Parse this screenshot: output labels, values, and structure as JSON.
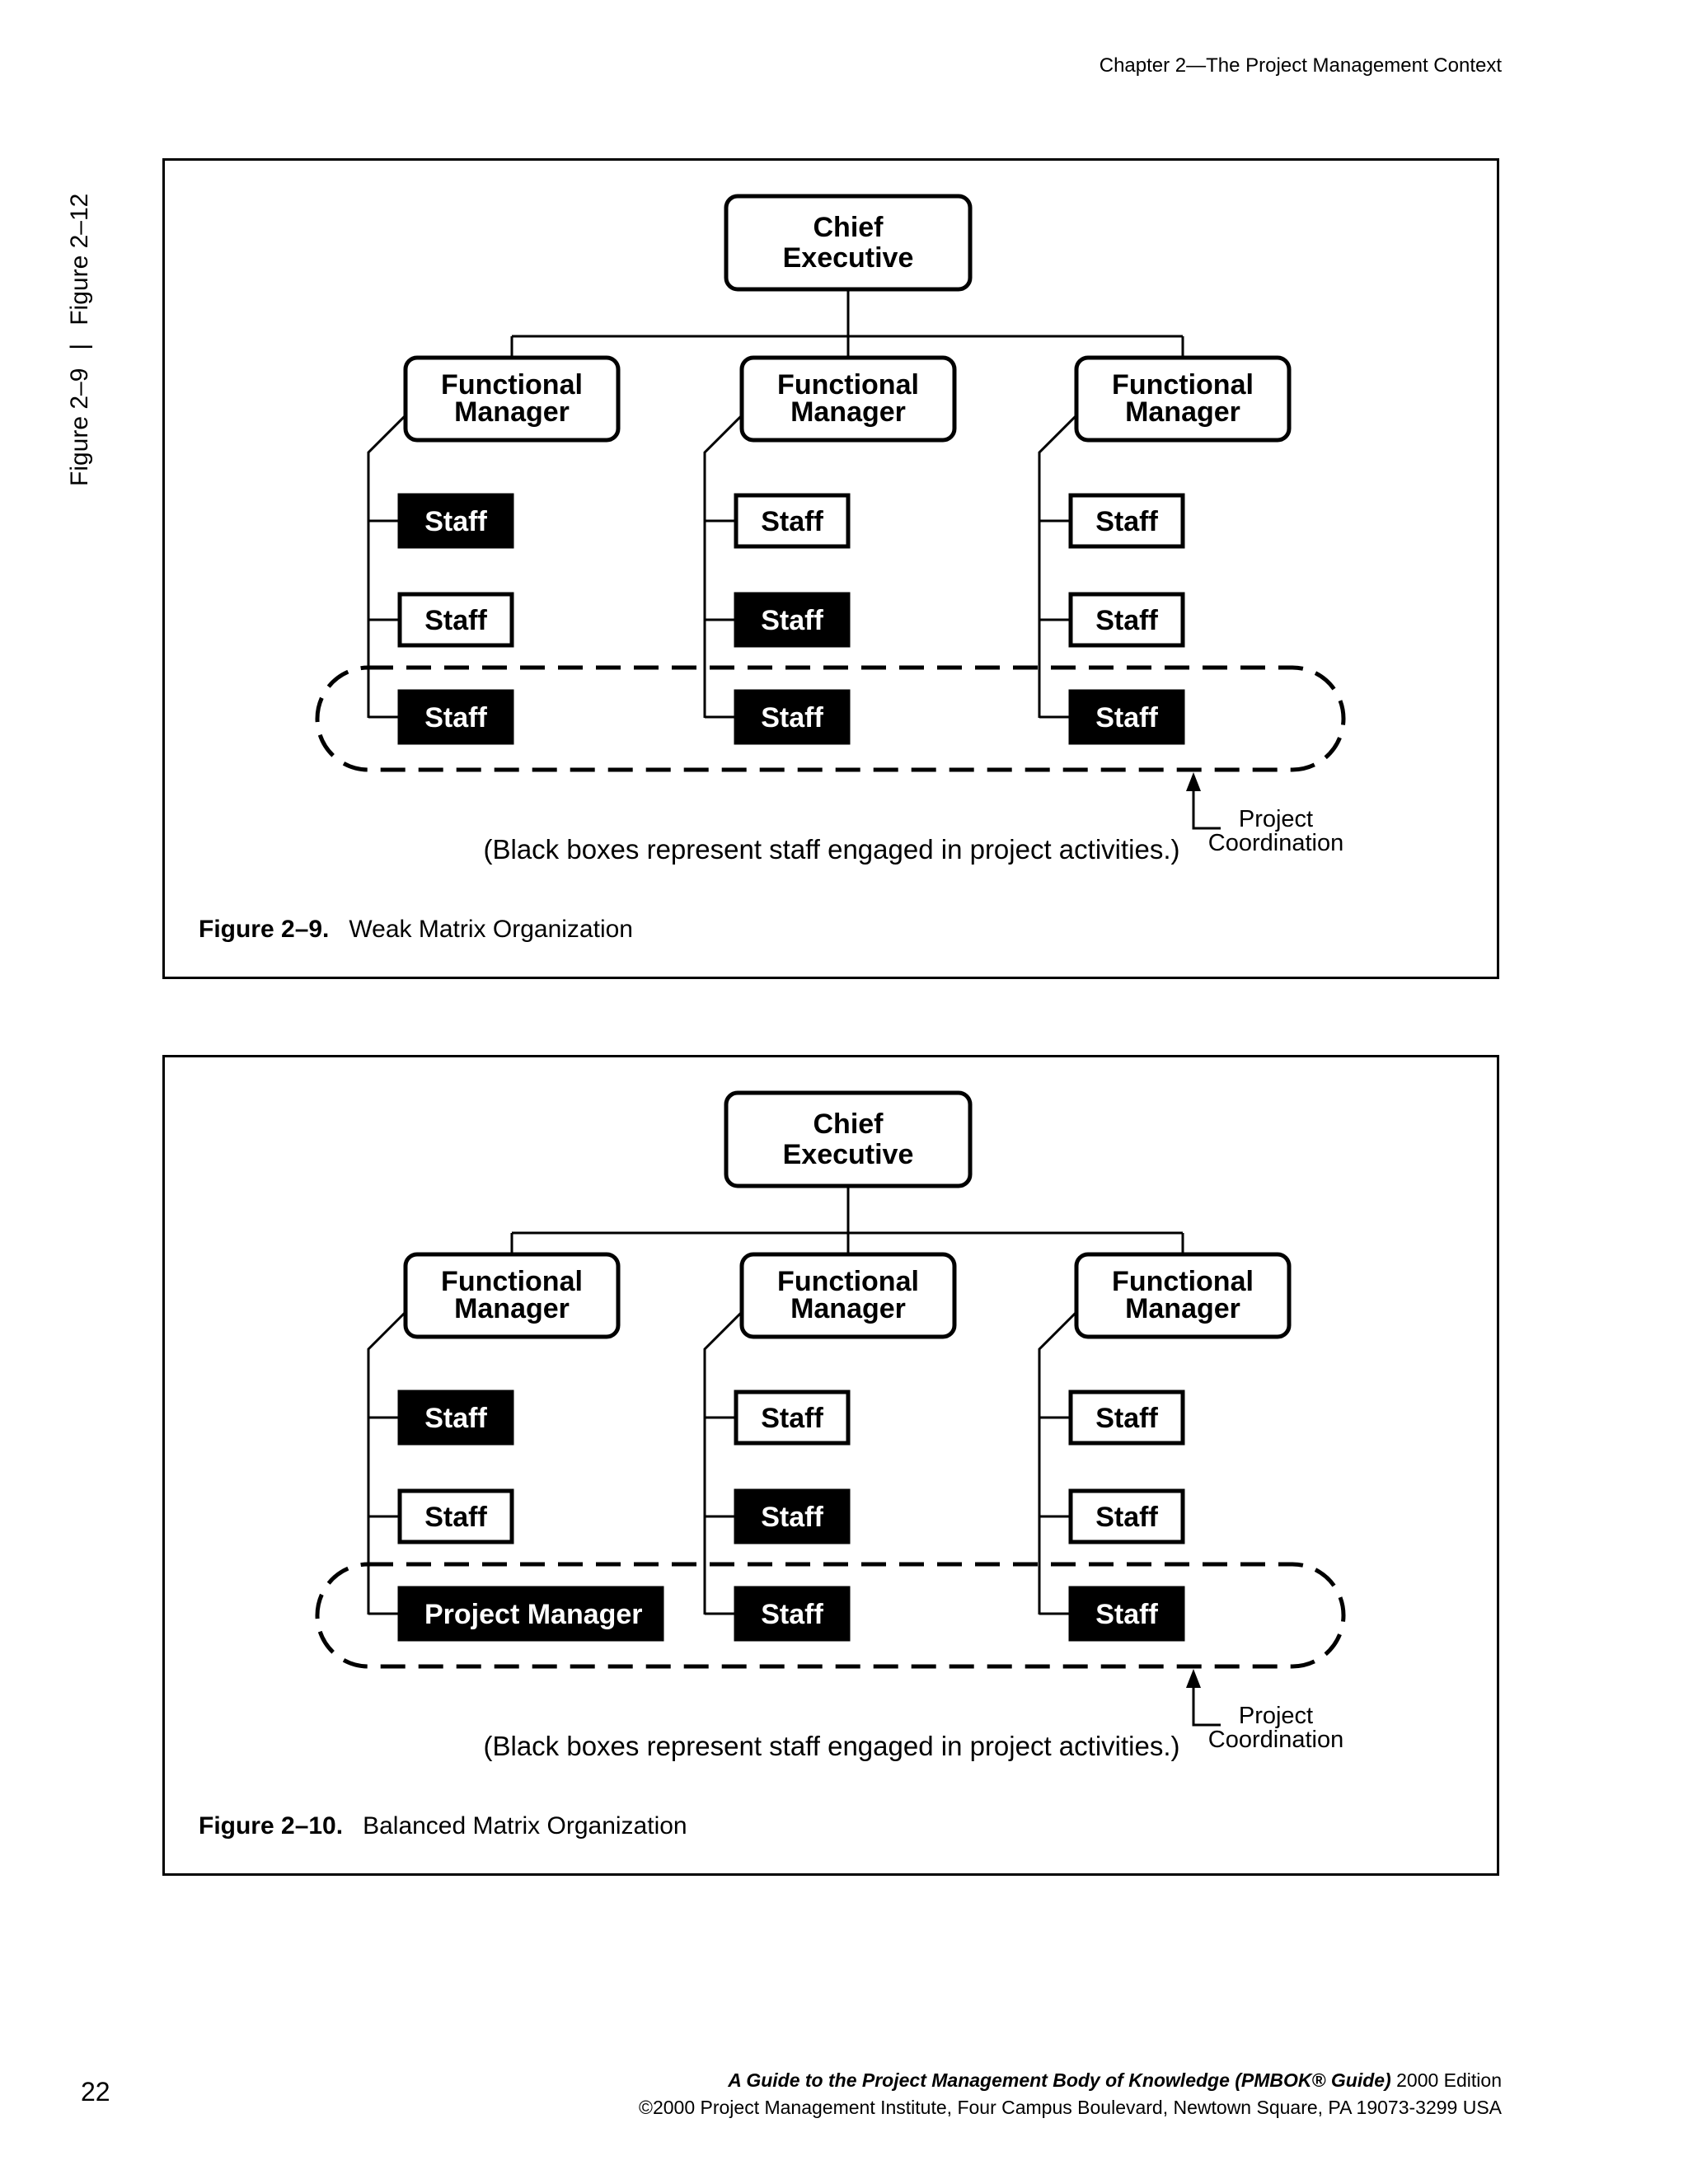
{
  "running_head": "Chapter 2—The Project Management Context",
  "side_label": {
    "first": "Figure 2–9",
    "separator": "|",
    "second": "Figure 2–12"
  },
  "figures": [
    {
      "chief": [
        "Chief",
        "Executive"
      ],
      "managers": [
        [
          "Functional",
          "Manager"
        ],
        [
          "Functional",
          "Manager"
        ],
        [
          "Functional",
          "Manager"
        ]
      ],
      "columns": [
        [
          {
            "label": "Staff",
            "filled": true
          },
          {
            "label": "Staff",
            "filled": false
          },
          {
            "label": "Staff",
            "filled": true
          }
        ],
        [
          {
            "label": "Staff",
            "filled": false
          },
          {
            "label": "Staff",
            "filled": true
          },
          {
            "label": "Staff",
            "filled": true
          }
        ],
        [
          {
            "label": "Staff",
            "filled": false
          },
          {
            "label": "Staff",
            "filled": false
          },
          {
            "label": "Staff",
            "filled": true
          }
        ]
      ],
      "coordination_label": [
        "Project",
        "Coordination"
      ],
      "note": "(Black boxes represent staff engaged in project activities.)",
      "caption_number": "Figure 2–9.",
      "caption_title": "Weak Matrix Organization"
    },
    {
      "chief": [
        "Chief",
        "Executive"
      ],
      "managers": [
        [
          "Functional",
          "Manager"
        ],
        [
          "Functional",
          "Manager"
        ],
        [
          "Functional",
          "Manager"
        ]
      ],
      "columns": [
        [
          {
            "label": "Staff",
            "filled": true
          },
          {
            "label": "Staff",
            "filled": false
          },
          {
            "label": "Project Manager",
            "filled": true,
            "wide": true
          }
        ],
        [
          {
            "label": "Staff",
            "filled": false
          },
          {
            "label": "Staff",
            "filled": true
          },
          {
            "label": "Staff",
            "filled": true
          }
        ],
        [
          {
            "label": "Staff",
            "filled": false
          },
          {
            "label": "Staff",
            "filled": false
          },
          {
            "label": "Staff",
            "filled": true
          }
        ]
      ],
      "coordination_label": [
        "Project",
        "Coordination"
      ],
      "note": "(Black boxes represent staff engaged in project activities.)",
      "caption_number": "Figure 2–10.",
      "caption_title": "Balanced Matrix Organization"
    }
  ],
  "page_number": "22",
  "footer": {
    "title": "A Guide to the Project Management Body of Knowledge (PMBOK® Guide)",
    "edition": " 2000 Edition",
    "copyright": "©2000 Project Management Institute, Four Campus Boulevard, Newtown Square, PA 19073-3299 USA"
  }
}
